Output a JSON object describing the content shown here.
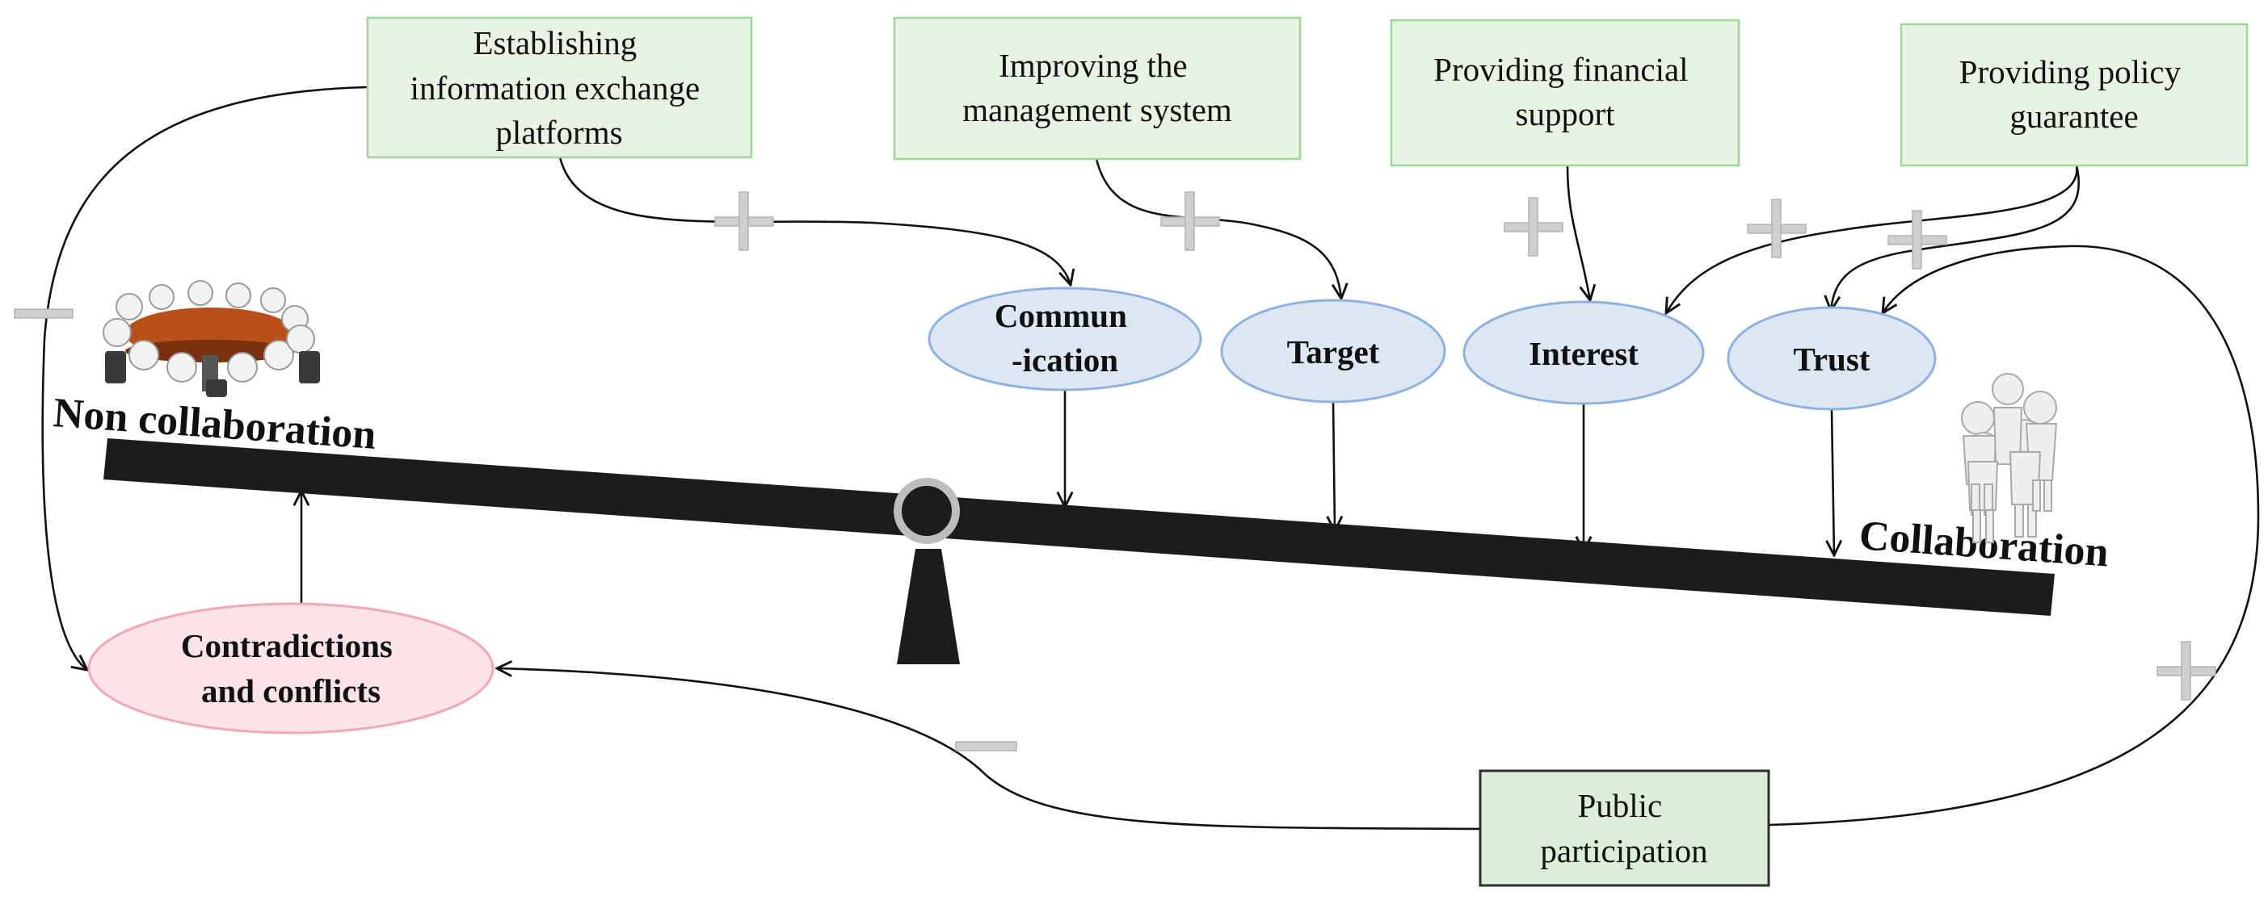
{
  "boxes": {
    "info_platforms": [
      "Establishing",
      "information exchange",
      "platforms"
    ],
    "management": [
      "Improving the",
      "management system"
    ],
    "financial": [
      "Providing financial",
      "support"
    ],
    "policy": [
      "Providing policy",
      "guarantee"
    ],
    "public": [
      "Public",
      "participation"
    ]
  },
  "ovals": {
    "communication": [
      "Commun",
      "-ication"
    ],
    "target": [
      "Target"
    ],
    "interest": [
      "Interest"
    ],
    "trust": [
      "Trust"
    ],
    "conflicts": [
      "Contradictions",
      "and conflicts"
    ]
  },
  "labels": {
    "non_collaboration": "Non collaboration",
    "collaboration": "Collaboration"
  },
  "signs": {
    "plus": "+",
    "minus": "−"
  },
  "colors": {
    "box_fill": "#e8f3e4",
    "box_border": "#9fd49a",
    "public_fill": "#dceed7",
    "public_border": "#2f2f2f",
    "oval_fill": "#dde7f3",
    "oval_border": "#8fb1e0",
    "conflict_fill": "#fbe3e7",
    "conflict_border": "#f2a7b3",
    "beam": "#1c1c1c",
    "sign": "#cfcfcf"
  }
}
